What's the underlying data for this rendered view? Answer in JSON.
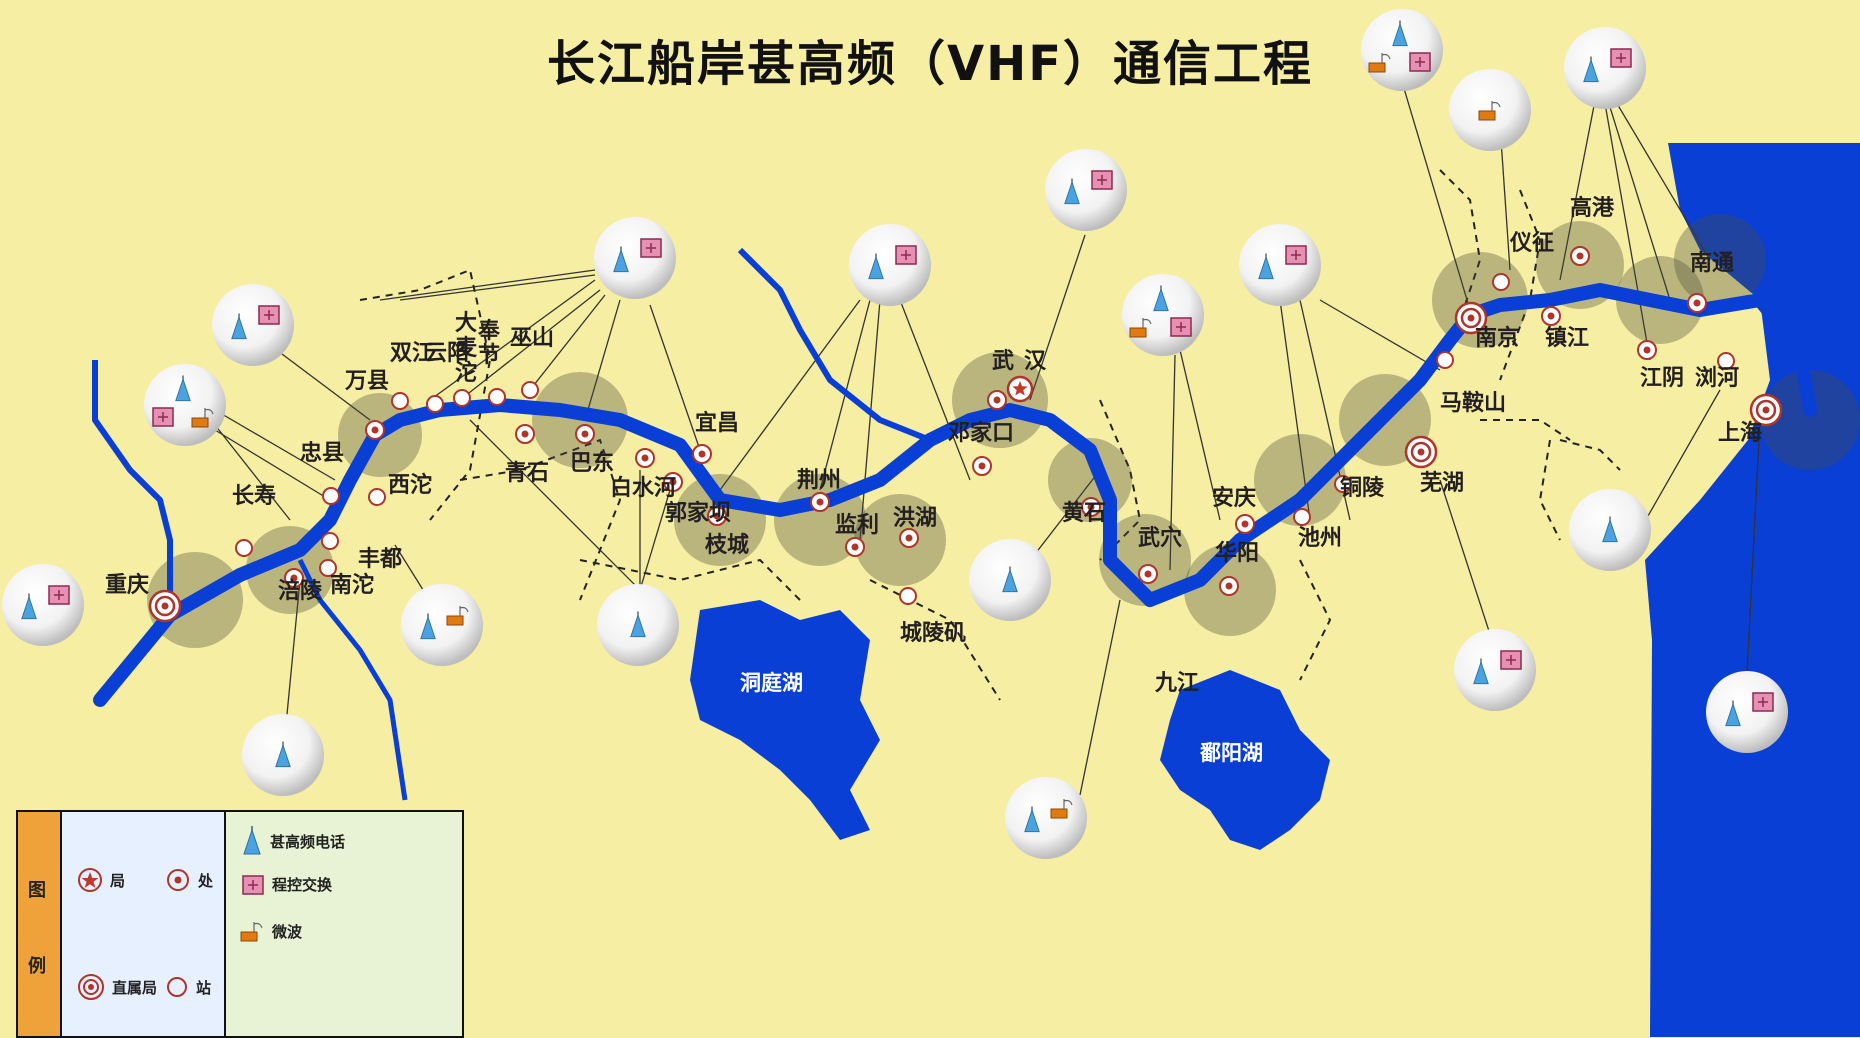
{
  "title": "长江船岸甚高频（VHF）通信工程",
  "colors": {
    "background": "#f6eea2",
    "water": "#0a3fd6",
    "halo": "#4a4a3a",
    "station_ring": "#b0342a",
    "hq_fill": "#c0392b",
    "exchange_fill": "#e890b4",
    "microwave_fill": "#e27a12",
    "vhf_fill": "#4aa3e0",
    "legend_band": "#f0a23a"
  },
  "places": [
    "重庆",
    "长寿",
    "涪陵",
    "丰都",
    "南沱",
    "西沱",
    "忠县",
    "万县",
    "双江",
    "云阳",
    "大",
    "麦",
    "沱",
    "奉",
    "节",
    "巫山",
    "青石",
    "巴东",
    "白水河",
    "郭家坝",
    "宜昌",
    "枝城",
    "荆州",
    "监利",
    "洪湖",
    "城陵矶",
    "邓家口",
    "武",
    "汉",
    "黄石",
    "武穴",
    "九江",
    "华阳",
    "安庆",
    "池州",
    "铜陵",
    "芜湖",
    "马鞍山",
    "南京",
    "仪征",
    "镇江",
    "高港",
    "江阴",
    "南通",
    "浏河",
    "上海"
  ],
  "lakes": [
    "洞庭湖",
    "鄱阳湖"
  ],
  "legend": {
    "header_top": "图",
    "header_bottom": "例",
    "bureau": "局",
    "office": "处",
    "direct_bureau": "直属局",
    "station": "站",
    "vhf_phone": "甚高频电话",
    "exchange": "程控交换",
    "microwave": "微波"
  }
}
